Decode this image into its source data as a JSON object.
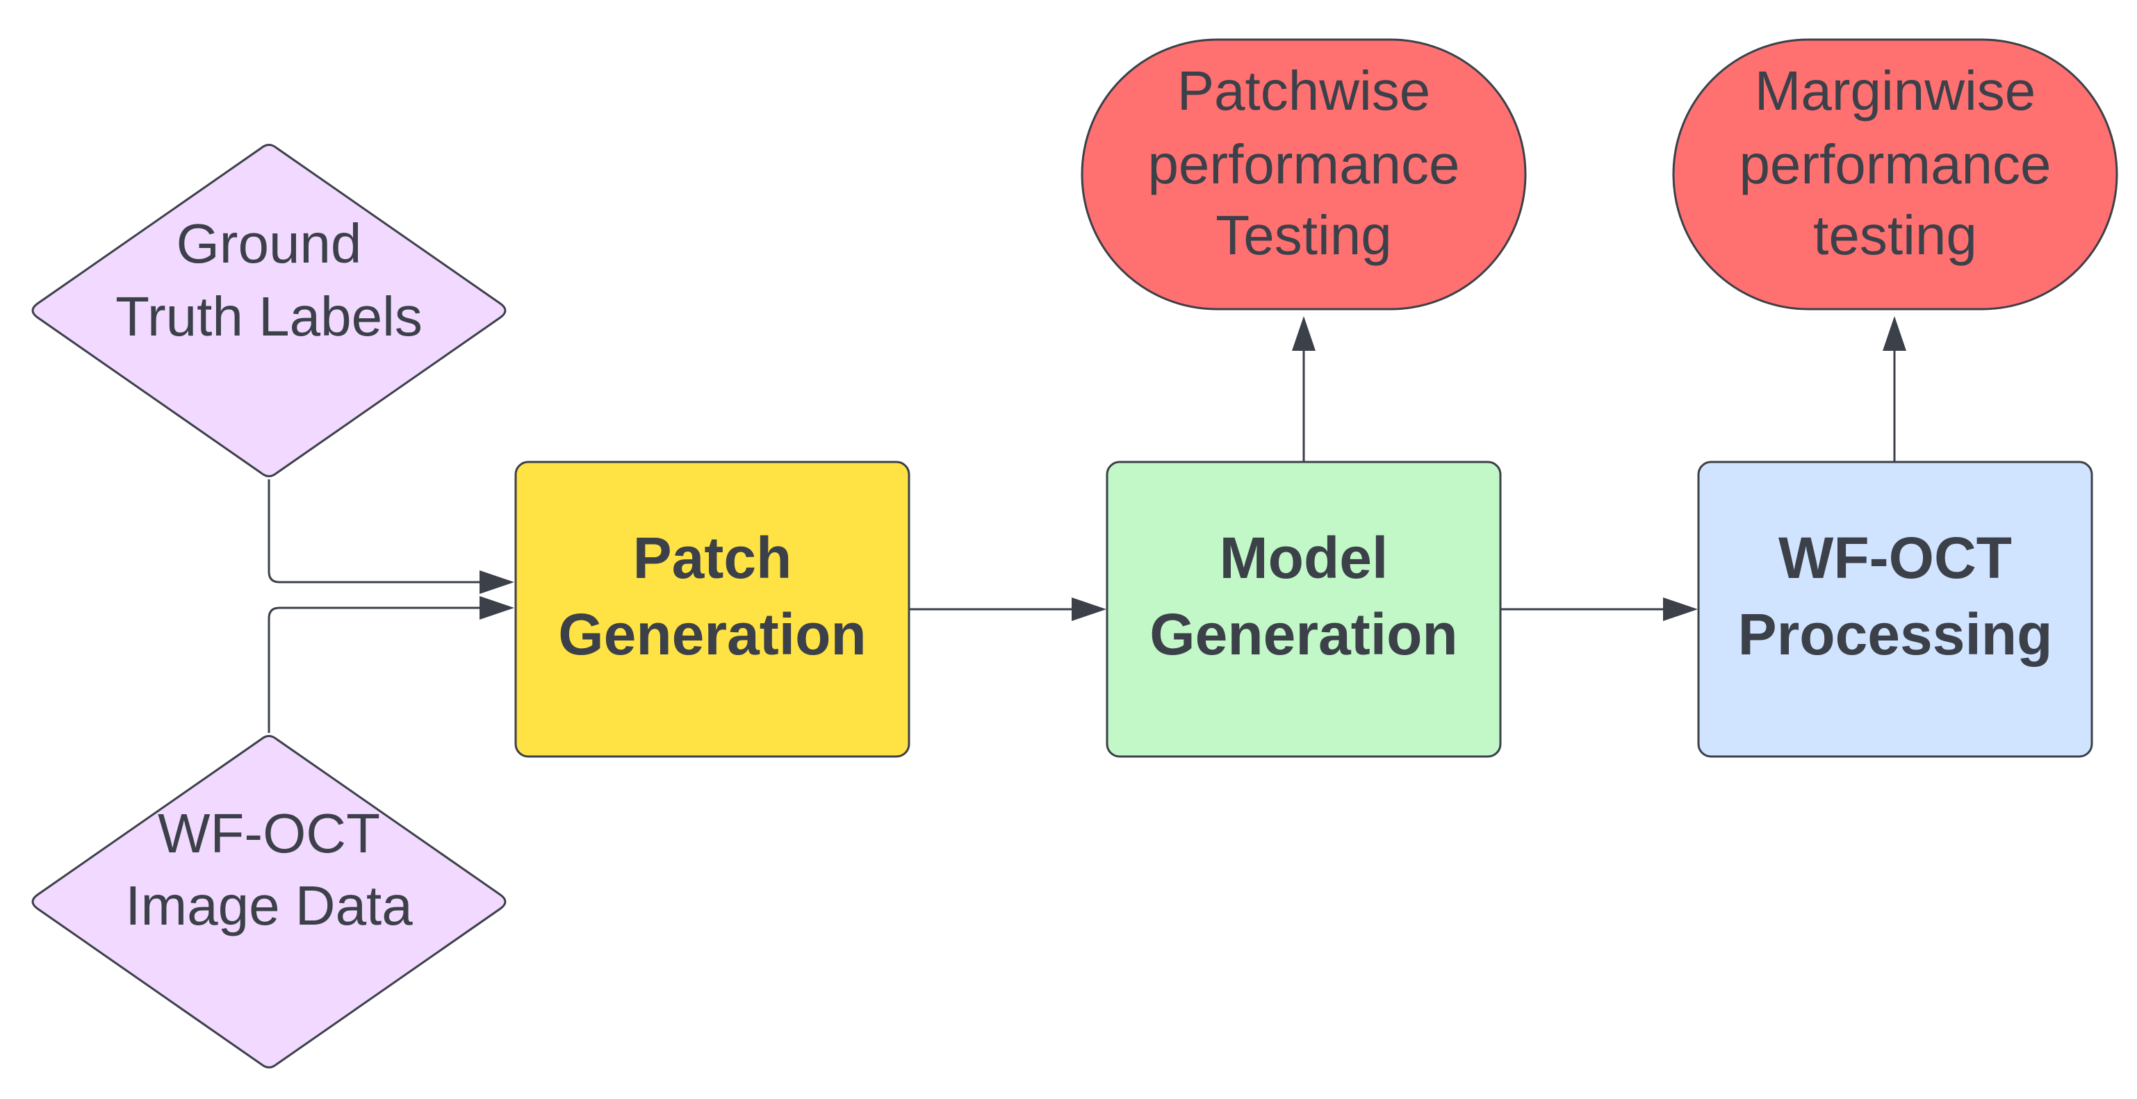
{
  "diagram": {
    "colors": {
      "input_fill": "#f2d9ff",
      "patch_fill": "#ffe345",
      "model_fill": "#c2f8c8",
      "processing_fill": "#d0e3ff",
      "testing_fill": "#ff7070",
      "stroke": "#3b4049",
      "text": "#3b4049"
    },
    "nodes": {
      "ground_truth": {
        "shape": "diamond",
        "lines": [
          "Ground",
          "Truth Labels"
        ]
      },
      "image_data": {
        "shape": "diamond",
        "lines": [
          "WF-OCT",
          "Image Data"
        ]
      },
      "patch_generation": {
        "shape": "rounded-rectangle",
        "lines": [
          "Patch",
          "Generation"
        ]
      },
      "model_generation": {
        "shape": "rounded-rectangle",
        "lines": [
          "Model",
          "Generation"
        ]
      },
      "wfoct_processing": {
        "shape": "rounded-rectangle",
        "lines": [
          "WF-OCT",
          "Processing"
        ]
      },
      "patchwise_testing": {
        "shape": "terminator",
        "lines": [
          "Patchwise",
          "performance",
          "Testing"
        ]
      },
      "marginwise_testing": {
        "shape": "terminator",
        "lines": [
          "Marginwise",
          "performance",
          "testing"
        ]
      }
    },
    "edges": [
      {
        "from": "ground_truth",
        "to": "patch_generation"
      },
      {
        "from": "image_data",
        "to": "patch_generation"
      },
      {
        "from": "patch_generation",
        "to": "model_generation"
      },
      {
        "from": "model_generation",
        "to": "wfoct_processing"
      },
      {
        "from": "model_generation",
        "to": "patchwise_testing"
      },
      {
        "from": "wfoct_processing",
        "to": "marginwise_testing"
      }
    ]
  }
}
